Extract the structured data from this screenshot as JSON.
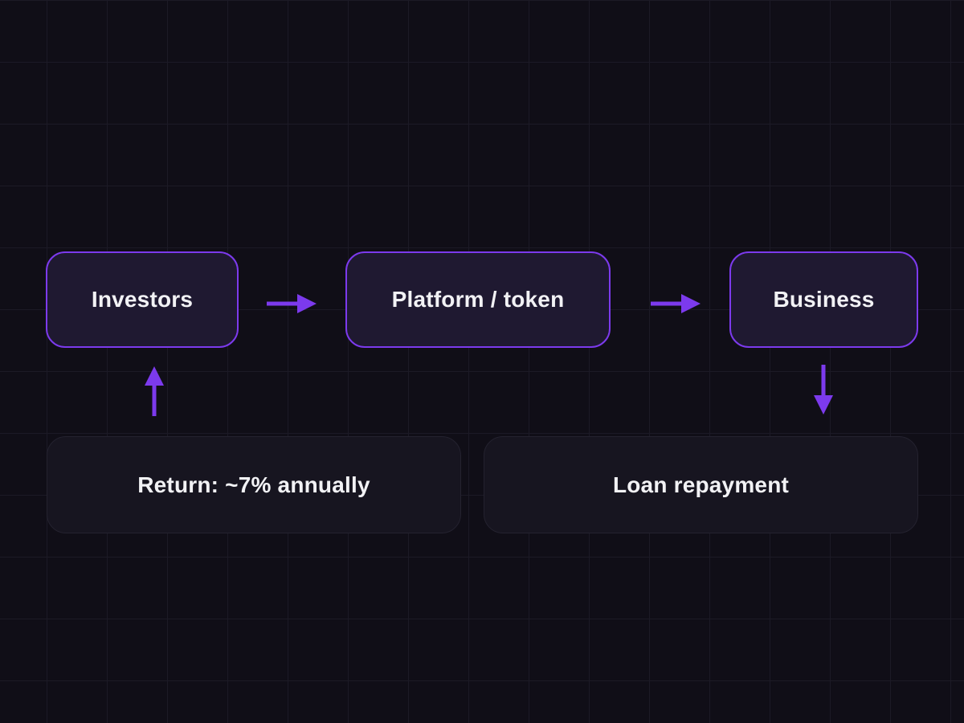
{
  "theme": {
    "accent": "#7c3aed",
    "bg": "#100e17",
    "grid": "#1c1a26",
    "text": "#f2f2f5",
    "node_fill": "#1f1931",
    "note_fill": "#171520",
    "note_border": "#24222f"
  },
  "diagram": {
    "type": "flowchart",
    "nodes": {
      "investors": {
        "label": "Investors"
      },
      "platform": {
        "label": "Platform / token"
      },
      "business": {
        "label": "Business"
      },
      "return_note": {
        "label": "Return: ~7% annually"
      },
      "loan_note": {
        "label": "Loan repayment"
      }
    },
    "edges": [
      {
        "from": "investors",
        "to": "platform",
        "direction": "right"
      },
      {
        "from": "platform",
        "to": "business",
        "direction": "right"
      },
      {
        "from": "return_note",
        "to": "investors",
        "direction": "up"
      },
      {
        "from": "business",
        "to": "loan_note",
        "direction": "down"
      }
    ]
  }
}
